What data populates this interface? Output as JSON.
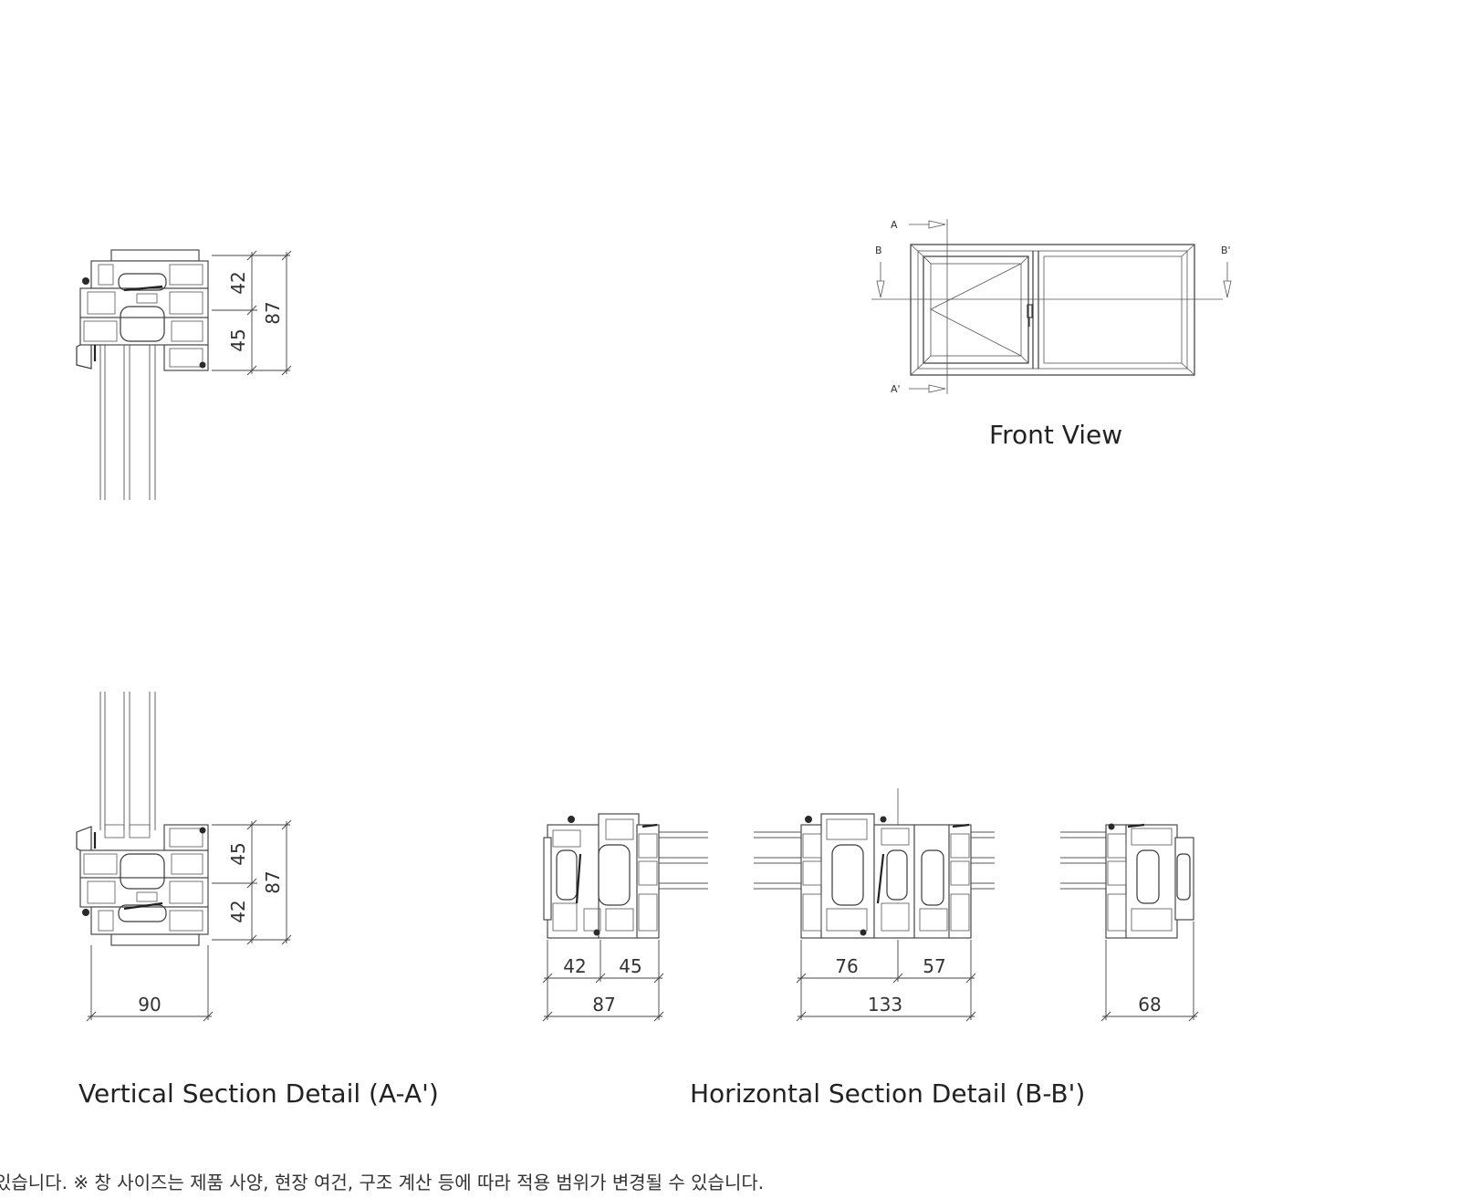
{
  "captions": {
    "front_view": "Front View",
    "vertical_section": "Vertical Section Detail (A-A')",
    "horizontal_section": "Horizontal Section Detail (B-B')"
  },
  "section_markers": {
    "a": "A",
    "a_prime": "A'",
    "b": "B",
    "b_prime": "B'"
  },
  "dimensions": {
    "vertical_top": {
      "upper": "42",
      "lower": "45",
      "total": "87"
    },
    "vertical_bottom": {
      "upper": "45",
      "lower": "42",
      "total": "87",
      "width": "90"
    },
    "horizontal_left": {
      "left": "42",
      "right": "45",
      "total": "87"
    },
    "horizontal_middle": {
      "left": "76",
      "right": "57",
      "total": "133"
    },
    "horizontal_right": {
      "width": "68"
    }
  },
  "footnote": "있습니다.   ※ 창 사이즈는 제품 사양, 현장 여건, 구조 계산 등에 따라 적용 범위가 변경될 수 있습니다."
}
